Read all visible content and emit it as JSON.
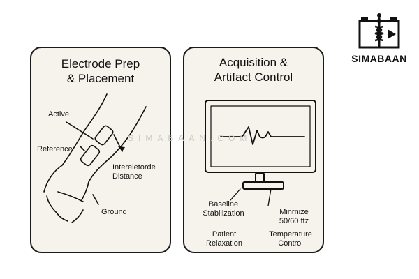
{
  "logo": {
    "text": "SIMABAAN"
  },
  "watermark": "SIMABAAN.COM",
  "left_panel": {
    "title": "Electrode Prep\n& Placement",
    "labels": {
      "active": "Active",
      "reference": "Reference",
      "interelectrode": "Intereletorde\nDistance",
      "ground": "Ground"
    }
  },
  "right_panel": {
    "title": "Acquisition &\nArtifact Control",
    "labels": {
      "baseline": "Baseline\nStabilization",
      "minimize": "Minrnize\n50/60 ftz",
      "patient": "Patient\nRelaxation",
      "temperature": "Temperature\nControl"
    }
  }
}
